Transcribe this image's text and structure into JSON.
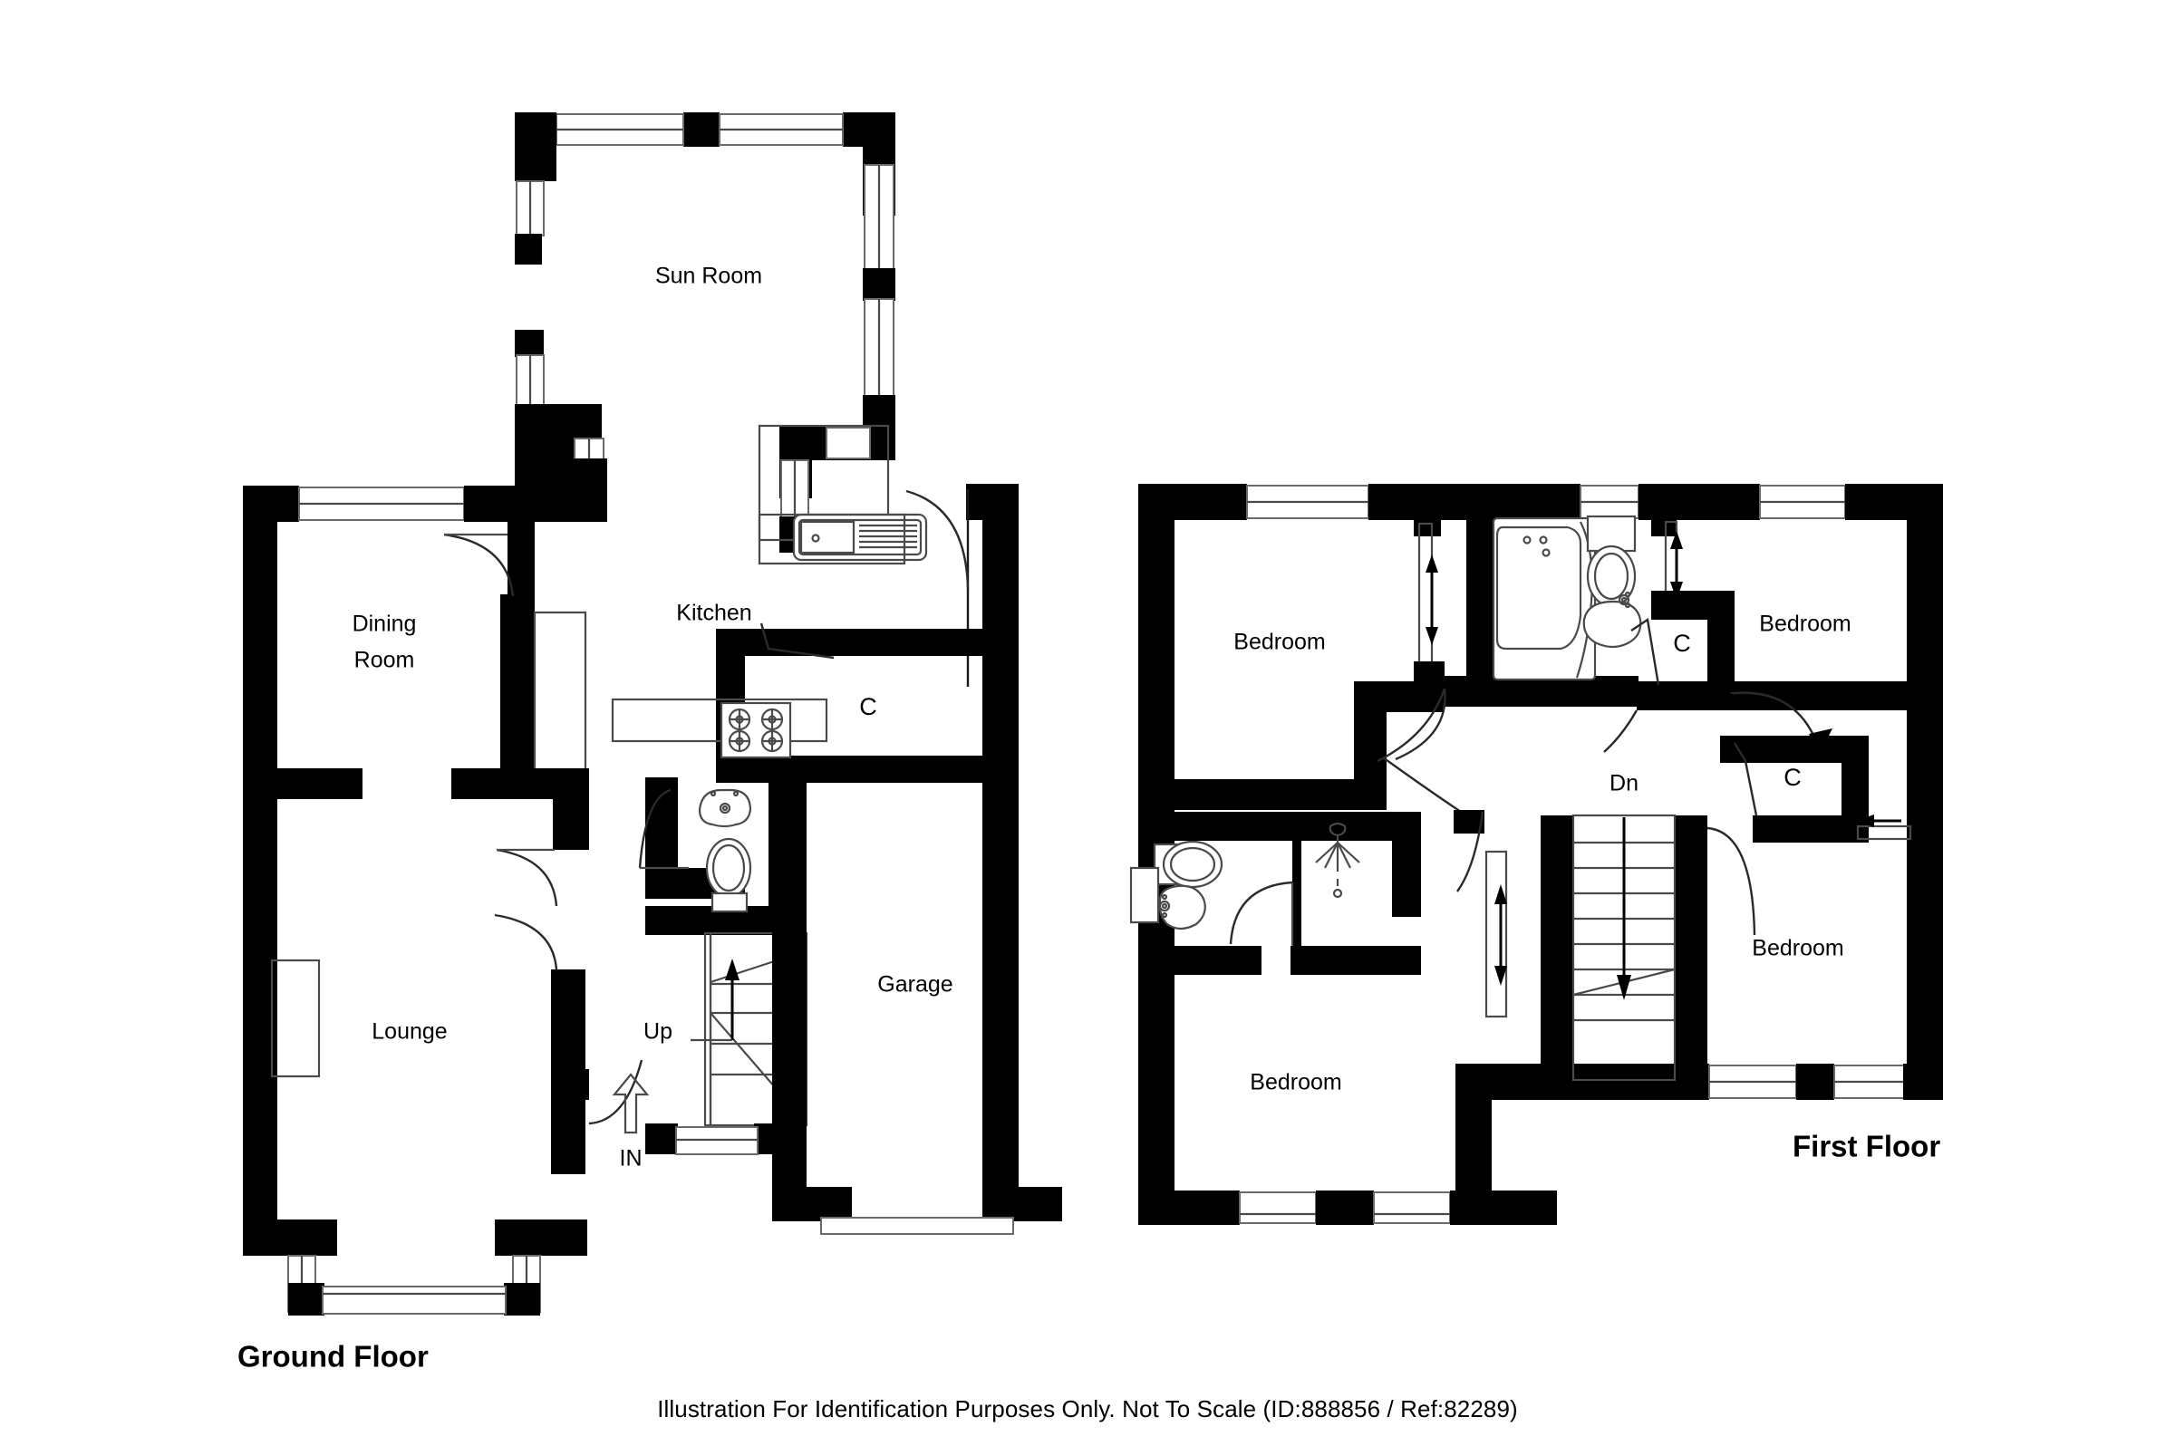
{
  "document": {
    "type": "residential-floor-plan",
    "footer_note": "Illustration For Identification Purposes Only. Not To Scale (ID:888856 / Ref:82289)",
    "background_color": "#ffffff",
    "wall_color": "#000000",
    "line_color": "#4a4a4a"
  },
  "floors": [
    {
      "id": "ground",
      "title": "Ground Floor",
      "rooms": [
        {
          "key": "sun_room",
          "label": "Sun Room"
        },
        {
          "key": "dining_room_line1",
          "label": "Dining"
        },
        {
          "key": "dining_room_line2",
          "label": "Room"
        },
        {
          "key": "kitchen",
          "label": "Kitchen"
        },
        {
          "key": "lounge",
          "label": "Lounge"
        },
        {
          "key": "garage",
          "label": "Garage"
        },
        {
          "key": "cupboard",
          "label": "C"
        }
      ],
      "annotations": [
        {
          "key": "stairs_up",
          "label": "Up"
        },
        {
          "key": "entrance",
          "label": "IN"
        }
      ]
    },
    {
      "id": "first",
      "title": "First Floor",
      "rooms": [
        {
          "key": "bedroom_top_left",
          "label": "Bedroom"
        },
        {
          "key": "bedroom_top_right",
          "label": "Bedroom"
        },
        {
          "key": "bedroom_bottom_right",
          "label": "Bedroom"
        },
        {
          "key": "bedroom_bottom_left",
          "label": "Bedroom"
        },
        {
          "key": "cupboard_bathroom",
          "label": "C"
        },
        {
          "key": "cupboard_landing",
          "label": "C"
        }
      ],
      "annotations": [
        {
          "key": "stairs_down",
          "label": "Dn"
        }
      ]
    }
  ],
  "fixtures": {
    "ground": [
      "kitchen-sink",
      "hob",
      "wash-basin",
      "toilet",
      "staircase"
    ],
    "first": [
      "bath",
      "toilet",
      "wash-basin",
      "toilet-ensuite",
      "wash-basin-ensuite",
      "shower-head",
      "staircase"
    ]
  }
}
